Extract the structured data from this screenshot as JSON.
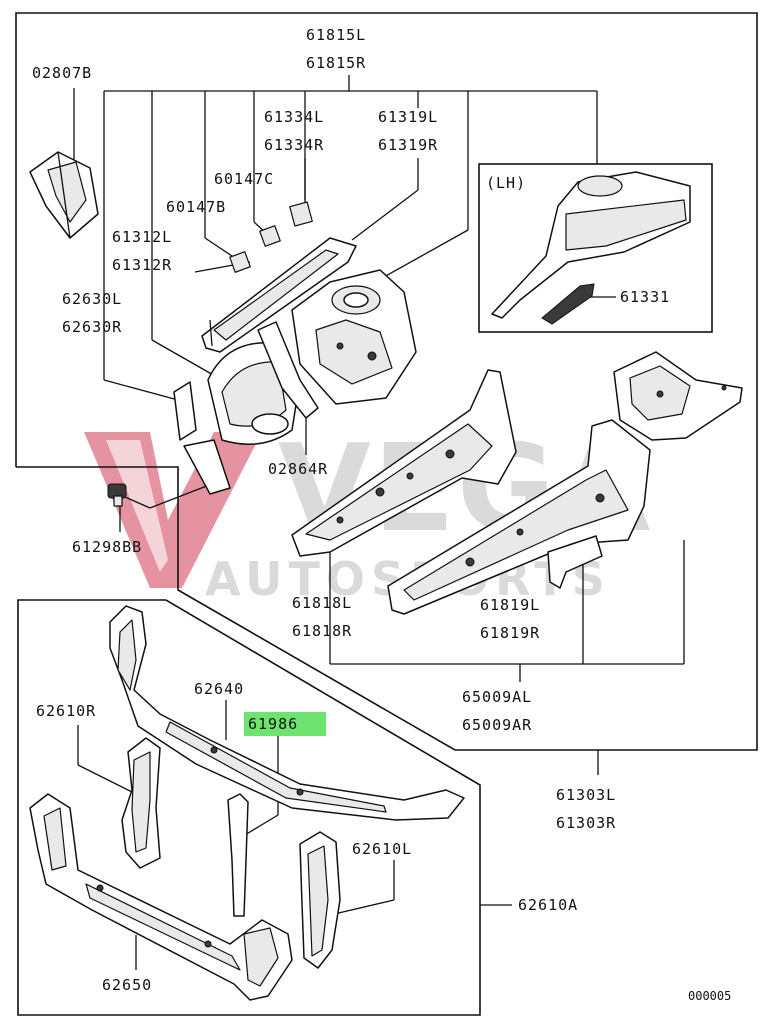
{
  "labels": {
    "p02807B": "02807B",
    "p61815L": "61815L",
    "p61815R": "61815R",
    "p61334L": "61334L",
    "p61334R": "61334R",
    "p61319L": "61319L",
    "p61319R": "61319R",
    "p60147C": "60147C",
    "p60147B": "60147B",
    "p61312L": "61312L",
    "p61312R": "61312R",
    "p62630L": "62630L",
    "p62630R": "62630R",
    "lh": "(LH)",
    "p61331": "61331",
    "p02864R": "02864R",
    "p61298BB": "61298BB",
    "p61818L": "61818L",
    "p61818R": "61818R",
    "p61819L": "61819L",
    "p61819R": "61819R",
    "p65009AL": "65009AL",
    "p65009AR": "65009AR",
    "p61303L": "61303L",
    "p61303R": "61303R",
    "p62640": "62640",
    "p61986": "61986",
    "p62610R": "62610R",
    "p62610L": "62610L",
    "p62610A": "62610A",
    "p62650": "62650",
    "diagram_code": "000005"
  },
  "watermark": {
    "word1": "VEGA",
    "word2": "AUTOSPORTS",
    "logo_color": "#c8102e"
  },
  "highlight_color": "#6fe36f"
}
